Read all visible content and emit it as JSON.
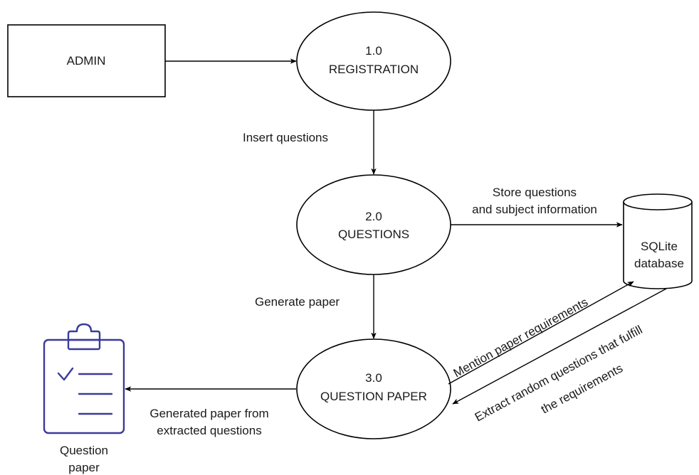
{
  "entities": {
    "admin": {
      "label": "ADMIN"
    }
  },
  "processes": [
    {
      "number": "1.0",
      "name": "REGISTRATION"
    },
    {
      "number": "2.0",
      "name": "QUESTIONS"
    },
    {
      "number": "3.0",
      "name": "QUESTION PAPER"
    }
  ],
  "datastore": {
    "line1": "SQLite",
    "line2": "database"
  },
  "flows": {
    "insert_questions": "Insert questions",
    "store_line1": "Store questions",
    "store_line2": "and subject information",
    "generate_paper": "Generate paper",
    "mention_requirements": "Mention paper requirements",
    "extract_line1": "Extract random questions that fulfill",
    "extract_line2": "the requirements",
    "generated_line1": "Generated paper from",
    "generated_line2": "extracted questions"
  },
  "output": {
    "icon": "clipboard-checklist-icon",
    "line1": "Question",
    "line2": "paper",
    "color": "#3a3a9c"
  }
}
